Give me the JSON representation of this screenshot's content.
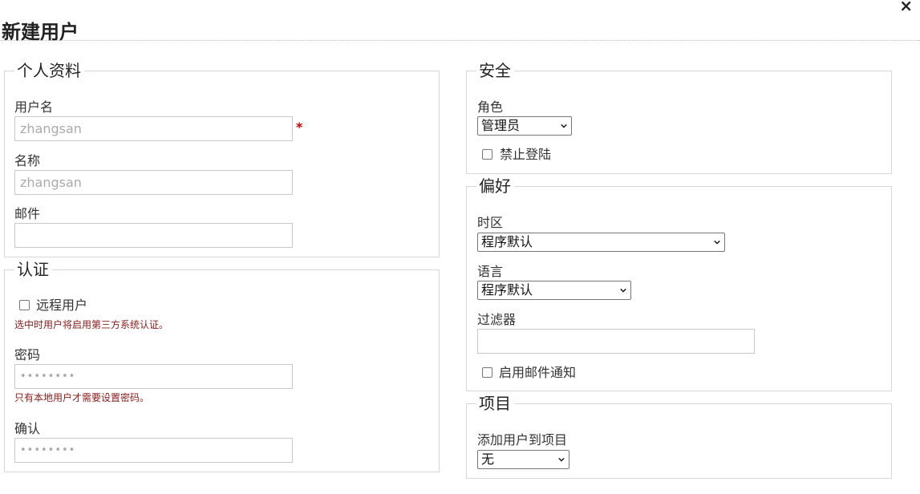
{
  "dialog": {
    "title": "新建用户",
    "close_icon": "×"
  },
  "profile": {
    "legend": "个人资料",
    "username_label": "用户名",
    "username_value": "zhangsan",
    "required_mark": "*",
    "name_label": "名称",
    "name_value": "zhangsan",
    "email_label": "邮件",
    "email_value": ""
  },
  "auth": {
    "legend": "认证",
    "remote_label": "远程用户",
    "remote_hint": "选中时用户将启用第三方系统认证。",
    "password_label": "密码",
    "password_value": "••••••••",
    "password_hint": "只有本地用户才需要设置密码。",
    "confirm_label": "确认",
    "confirm_value": "••••••••"
  },
  "security": {
    "legend": "安全",
    "role_label": "角色",
    "role_value": "管理员",
    "disable_login_label": "禁止登陆"
  },
  "preferences": {
    "legend": "偏好",
    "timezone_label": "时区",
    "timezone_value": "程序默认",
    "language_label": "语言",
    "language_value": "程序默认",
    "filter_label": "过滤器",
    "filter_value": "",
    "email_notify_label": "启用邮件通知"
  },
  "projects": {
    "legend": "项目",
    "add_label": "添加用户到项目",
    "add_value": "无"
  },
  "icons": {
    "close": "close-icon",
    "dropdown": "chevron-down-icon"
  }
}
